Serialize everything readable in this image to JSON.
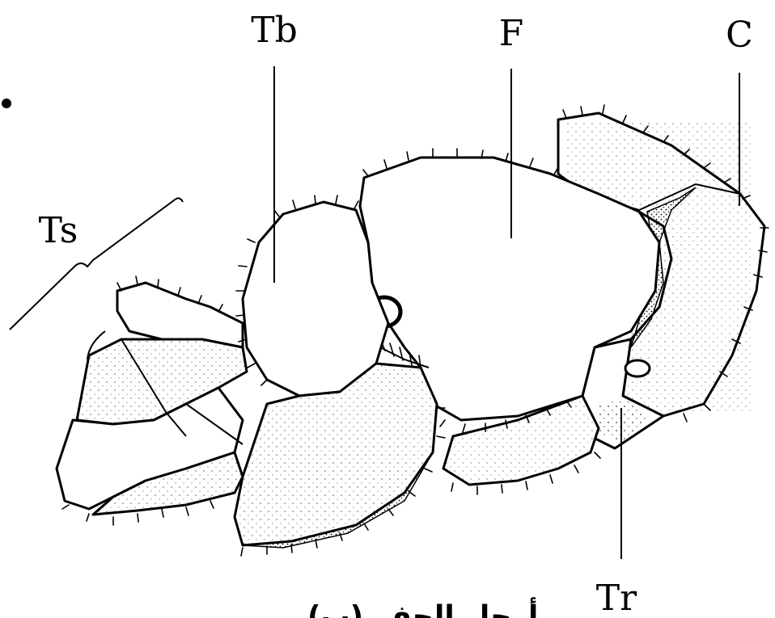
{
  "labels": {
    "tb": "Tb",
    "f": "F",
    "c": "C",
    "ts": "Ts",
    "tr": "Tr"
  },
  "caption": "أرجل الحفر (ب)"
}
